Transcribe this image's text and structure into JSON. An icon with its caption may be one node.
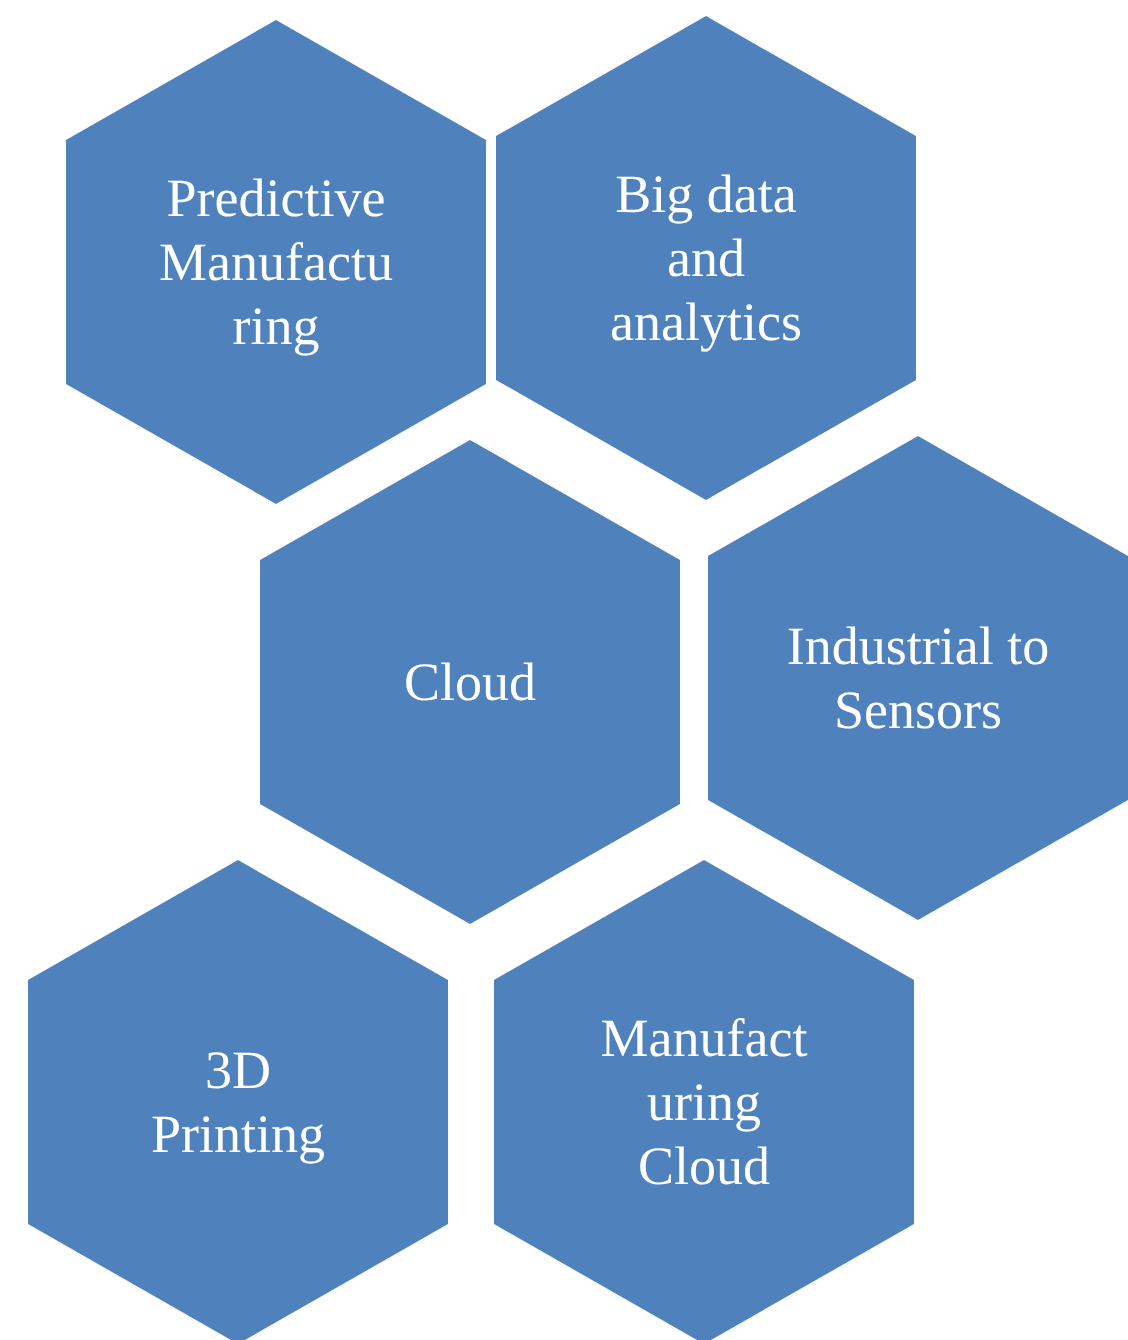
{
  "diagram": {
    "nodes": [
      {
        "text": [
          "Predictive Manufacturing"
        ]
      },
      {
        "text": [
          "Big data and analytics"
        ]
      },
      {
        "text": [
          "Cloud"
        ]
      },
      {
        "text": [
          "Industrial to Sensors"
        ]
      },
      {
        "text": [
          "3D Printing"
        ]
      },
      {
        "text": [
          "Manufacturing Cloud"
        ]
      }
    ]
  }
}
